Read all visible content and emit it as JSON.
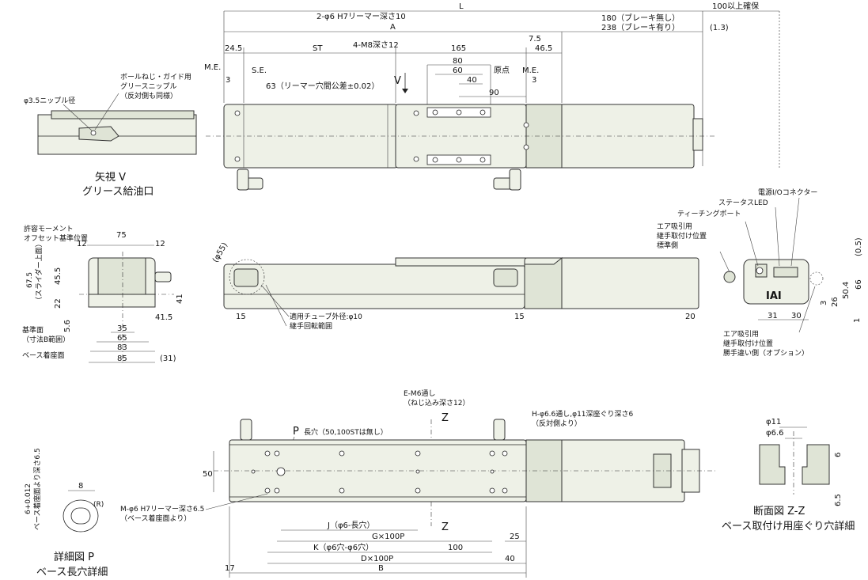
{
  "top_view": {
    "dim_L": "L",
    "dim_A": "A",
    "dim_reamer10": "2-φ6 H7リーマー深さ10",
    "dim_brake_none": "180（ブレーキ無し）",
    "dim_brake_yes": "238（ブレーキ有り）",
    "dim_100": "100以上確保",
    "dim_1_3": "(1.3)",
    "dim_24_5": "24.5",
    "dim_ST": "ST",
    "dim_M8": "4-M8深さ12",
    "dim_165": "165",
    "dim_7_5": "7.5",
    "dim_46_5": "46.5",
    "dim_80": "80",
    "dim_60": "60",
    "dim_40": "40",
    "dim_90": "90",
    "label_ME_left": "M.E.",
    "label_SE": "S.E.",
    "label_origin": "原点",
    "label_ME_right": "M.E.",
    "dim_3_left": "3",
    "dim_3_right": "3",
    "dim_63": "63（リーマー穴間公差±0.02）",
    "label_V": "V"
  },
  "view_v": {
    "callout_grease": "ボールねじ・ガイド用\nグリースニップル\n（反対側も同様）",
    "callout_nipple": "φ3.5ニップル径",
    "title_line1": "矢視 V",
    "title_line2": "グリース給油口"
  },
  "end_view": {
    "label_moment": "許容モーメント\nオフセット基準位置",
    "dim_12a": "12",
    "dim_75": "75",
    "dim_12b": "12",
    "dim_67_5": "67.5",
    "label_slider_top": "（スライダー上面）",
    "dim_45_5": "45.5",
    "dim_22": "22",
    "dim_41": "41",
    "dim_5_6": "5.6",
    "dim_41_5": "41.5",
    "dim_35": "35",
    "dim_65": "65",
    "dim_83": "83",
    "dim_85": "85",
    "dim_31": "(31)",
    "label_ref": "基準面\n（寸法B範囲）",
    "label_base": "ベース着座面"
  },
  "side_view": {
    "dim_55": "(φ55)",
    "dim_15a": "15",
    "dim_15b": "15",
    "dim_20": "20",
    "label_tube": "適用チューブ外径:φ10",
    "label_rotate": "継手回転範囲"
  },
  "right_end": {
    "label_power": "電源I/Oコネクター",
    "label_status": "ステータスLED",
    "label_teach": "ティーチングポート",
    "label_air_std": "エア吸引用\n継手取付け位置\n標準側",
    "label_air_opt": "エア吸引用\n継手取付け位置\n勝手違い側（オプション）",
    "dim_0_5": "(0.5)",
    "dim_66": "66",
    "dim_50_4": "50.4",
    "dim_26": "26",
    "dim_3": "3",
    "dim_1": "1",
    "dim_31": "31",
    "dim_30": "30",
    "logo": "IAI"
  },
  "bottom_view": {
    "label_E_M6": "E-M6通し\n（ねじ込み深さ12）",
    "label_H": "H-φ6.6通し,φ11深座ぐり深さ6\n（反対側より）",
    "label_P": "P",
    "label_long_hole": "長穴（50,100STは無し）",
    "label_M6": "M-φ6 H7リーマー深さ6.5\n（ベース着座面より）",
    "label_Z1": "Z",
    "label_Z2": "Z",
    "dim_50": "50",
    "dim_J": "J（φ6-長穴）",
    "dim_G": "G×100P",
    "dim_25": "25",
    "dim_K": "K（φ6穴-φ6穴）",
    "dim_100": "100",
    "dim_D": "D×100P",
    "dim_40": "40",
    "dim_17": "17",
    "dim_B": "B"
  },
  "detail_p": {
    "dim_8": "8",
    "dim_6": "6+0.012\n0",
    "label_depth": "ベース着座面より深さ6.5",
    "label_R": "(R)",
    "title_line1": "詳細図 P",
    "title_line2": "ベース長穴詳細"
  },
  "section_zz": {
    "dim_11": "φ11",
    "dim_6_6": "φ6.6",
    "dim_6": "6",
    "dim_6_5": "6.5",
    "title_line1": "断面図 Z-Z",
    "title_line2": "ベース取付け用座ぐり穴詳細"
  }
}
